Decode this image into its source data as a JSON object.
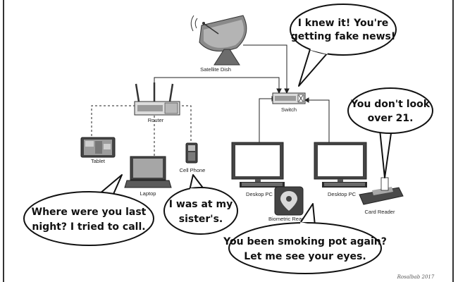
{
  "devices": {
    "satellite_dish": "Satellite Dish",
    "switch": "Switch",
    "router": "Router",
    "tablet": "Tablet",
    "laptop": "Laptop",
    "cell_phone": "Cell Phone",
    "desktop_pc_left": "Deskop PC",
    "desktop_pc_right": "Desktop PC",
    "biometric_reader": "Biometric Reader",
    "card_reader": "Card Reader"
  },
  "bubbles": {
    "switch_line1": "I knew it! You're",
    "switch_line2": "getting fake news!",
    "card_line1": "You don't look",
    "card_line2": "over 21.",
    "laptop_line1": "Where were you last",
    "laptop_line2": "night? I tried to call.",
    "phone_line1": "I was at my",
    "phone_line2": "sister's.",
    "bio_line1": "You been smoking pot again?",
    "bio_line2": "Let me see your eyes."
  },
  "signature": "Rosalbab 2017"
}
